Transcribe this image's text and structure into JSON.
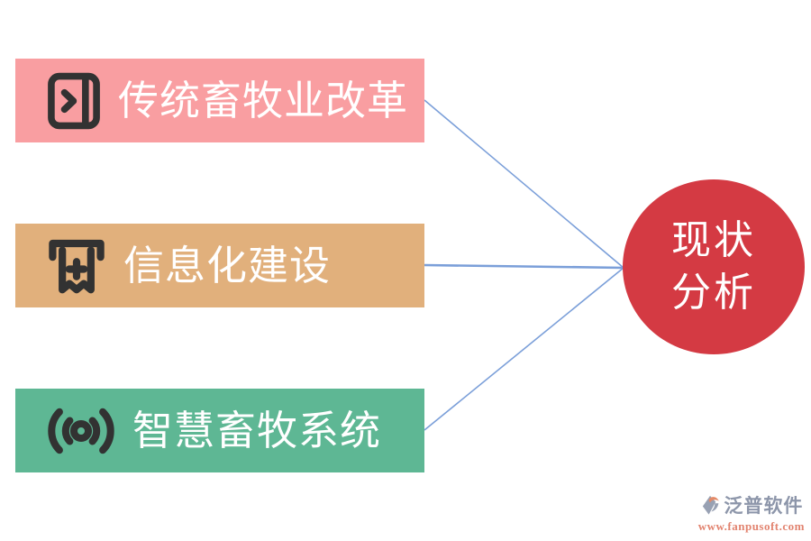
{
  "diagram": {
    "items": [
      {
        "label": "传统畜牧业改革",
        "color": "#f99ea1",
        "icon": "journal-arrow-icon"
      },
      {
        "label": "信息化建设",
        "color": "#e1b07c",
        "icon": "receipt-icon"
      },
      {
        "label": "智慧畜牧系统",
        "color": "#5eb794",
        "icon": "broadcast-icon"
      }
    ],
    "center": {
      "line1": "现状",
      "line2": "分析",
      "color": "#d43a43",
      "text_color": "#ffffff"
    },
    "label_color": "#ffffff",
    "icon_color": "#323232",
    "connector_color": "#7b9fd9"
  },
  "watermark": {
    "brand": "泛普软件",
    "url": "www.fanpusoft.com",
    "brand_color": "#8d96aa",
    "url_color": "#e2836f",
    "logo_gray": "#98a1b3",
    "logo_orange": "#e48a67"
  }
}
